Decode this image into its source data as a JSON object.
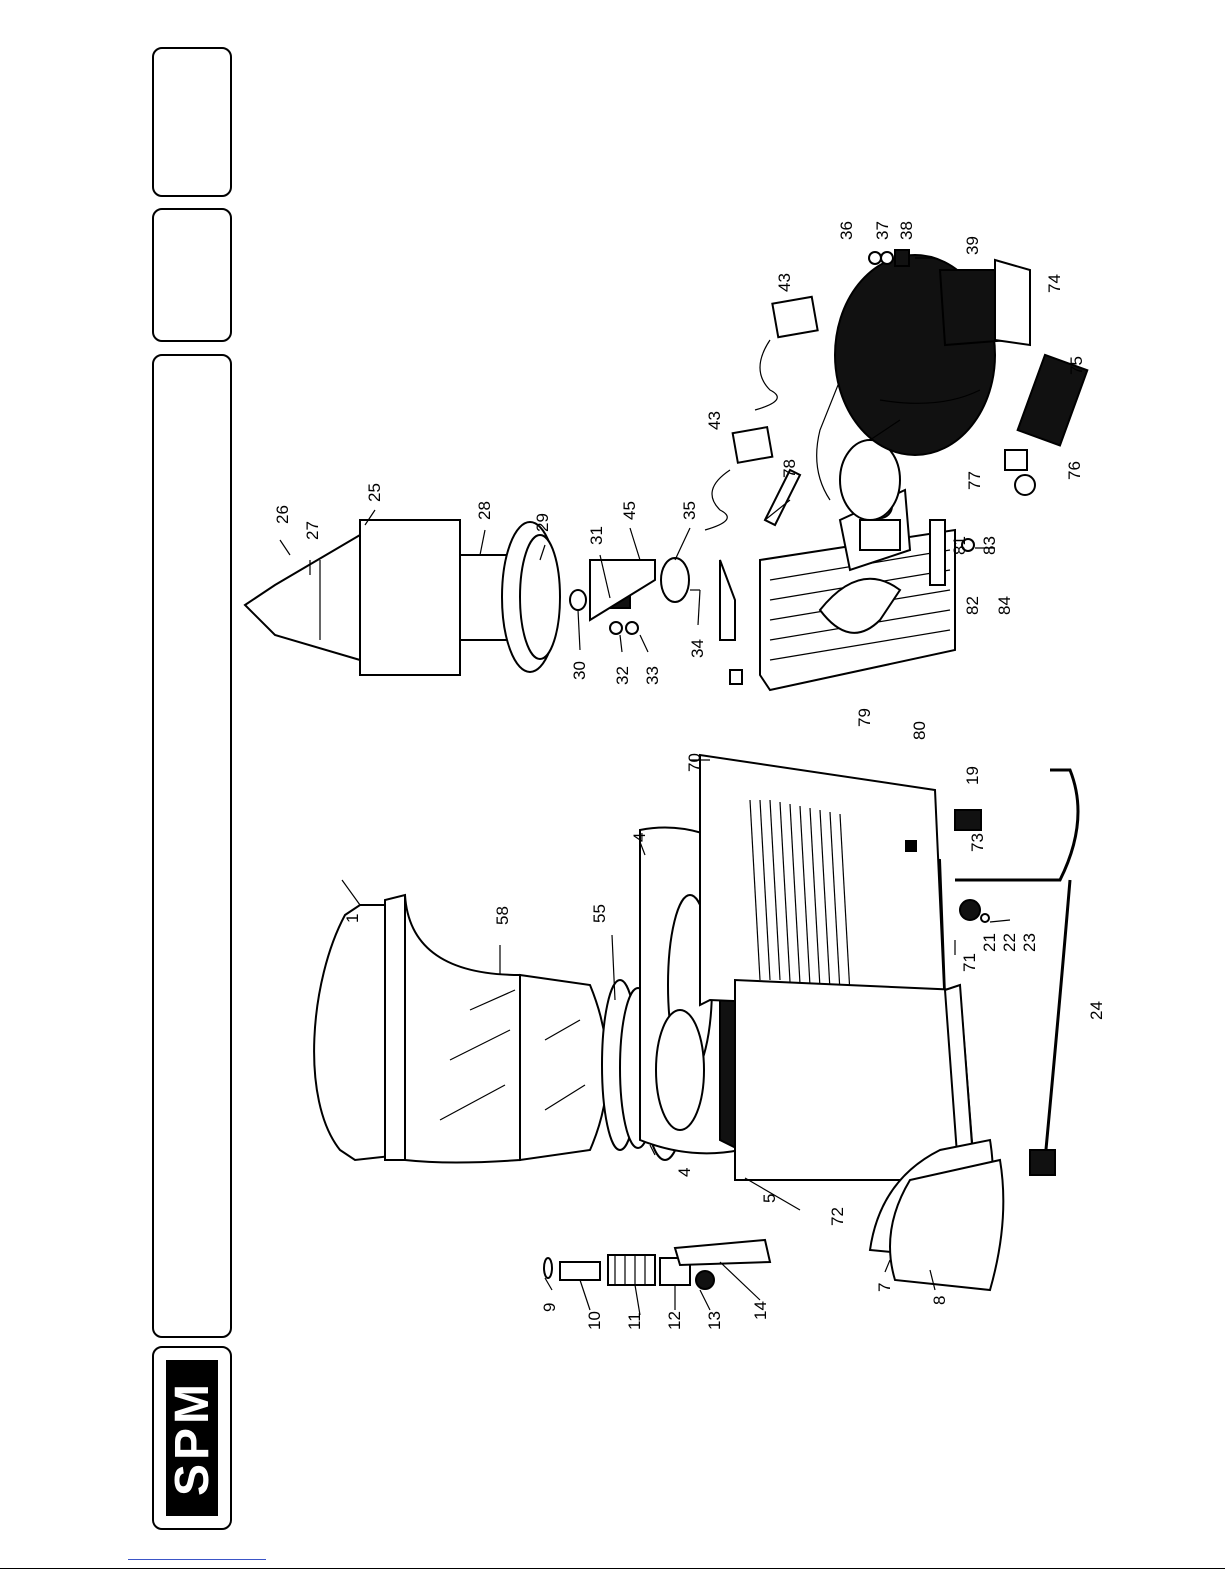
{
  "logo": {
    "text": "SPM"
  },
  "parts": [
    {
      "label": "1"
    },
    {
      "label": "58"
    },
    {
      "label": "55"
    },
    {
      "label": "4"
    },
    {
      "label": "4"
    },
    {
      "label": "70"
    },
    {
      "label": "71"
    },
    {
      "label": "72"
    },
    {
      "label": "5"
    },
    {
      "label": "7"
    },
    {
      "label": "8"
    },
    {
      "label": "9"
    },
    {
      "label": "10"
    },
    {
      "label": "11"
    },
    {
      "label": "12"
    },
    {
      "label": "13"
    },
    {
      "label": "14"
    },
    {
      "label": "19"
    },
    {
      "label": "21"
    },
    {
      "label": "22"
    },
    {
      "label": "23"
    },
    {
      "label": "24"
    },
    {
      "label": "73"
    },
    {
      "label": "26"
    },
    {
      "label": "27"
    },
    {
      "label": "25"
    },
    {
      "label": "28"
    },
    {
      "label": "29"
    },
    {
      "label": "30"
    },
    {
      "label": "31"
    },
    {
      "label": "45"
    },
    {
      "label": "35"
    },
    {
      "label": "34"
    },
    {
      "label": "32"
    },
    {
      "label": "33"
    },
    {
      "label": "79"
    },
    {
      "label": "80"
    },
    {
      "label": "81"
    },
    {
      "label": "82"
    },
    {
      "label": "83"
    },
    {
      "label": "84"
    },
    {
      "label": "78"
    },
    {
      "label": "77"
    },
    {
      "label": "43"
    },
    {
      "label": "43"
    },
    {
      "label": "36"
    },
    {
      "label": "37"
    },
    {
      "label": "38"
    },
    {
      "label": "39"
    },
    {
      "label": "74"
    },
    {
      "label": "75"
    },
    {
      "label": "76"
    }
  ]
}
